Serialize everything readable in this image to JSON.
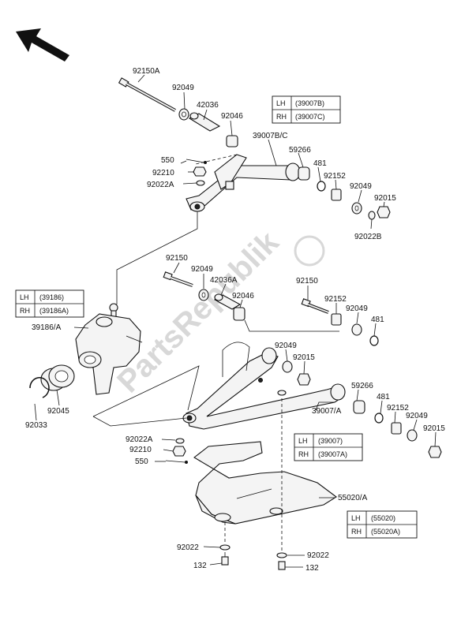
{
  "watermark": "PartsRepublik",
  "labels": {
    "l_92150A": "92150A",
    "l_92049_a": "92049",
    "l_42036": "42036",
    "l_92046_a": "92046",
    "l_39007BC": "39007B/C",
    "l_550_a": "550",
    "l_92210_a": "92210",
    "l_92022A_a": "92022A",
    "l_59266_a": "59266",
    "l_481_a": "481",
    "l_92152_a": "92152",
    "l_92049_b": "92049",
    "l_92015_a": "92015",
    "l_92022B": "92022B",
    "l_92150": "92150",
    "l_92049_c": "92049",
    "l_42036A": "42036A",
    "l_92046_b": "92046",
    "l_92150_b": "92150",
    "l_92152_b": "92152",
    "l_92049_d": "92049",
    "l_481_b": "481",
    "l_39186A": "39186/A",
    "l_92049_e": "92049",
    "l_92015_b": "92015",
    "l_92045": "92045",
    "l_92033": "92033",
    "l_59266_b": "59266",
    "l_481_c": "481",
    "l_92152_c": "92152",
    "l_39007A": "39007/A",
    "l_92049_f": "92049",
    "l_92015_c": "92015",
    "l_92022A_b": "92022A",
    "l_92210_b": "92210",
    "l_550_b": "550",
    "l_55020A": "55020/A",
    "l_92022_a": "92022",
    "l_92022_b": "92022",
    "l_132_a": "132",
    "l_132_b": "132"
  },
  "tables": {
    "t1": {
      "lh": "LH",
      "lh_val": "(39007B)",
      "rh": "RH",
      "rh_val": "(39007C)"
    },
    "t2": {
      "lh": "LH",
      "lh_val": "(39186)",
      "rh": "RH",
      "rh_val": "(39186A)"
    },
    "t3": {
      "lh": "LH",
      "lh_val": "(39007)",
      "rh": "RH",
      "rh_val": "(39007A)"
    },
    "t4": {
      "lh": "LH",
      "lh_val": "(55020)",
      "rh": "RH",
      "rh_val": "(55020A)"
    }
  }
}
